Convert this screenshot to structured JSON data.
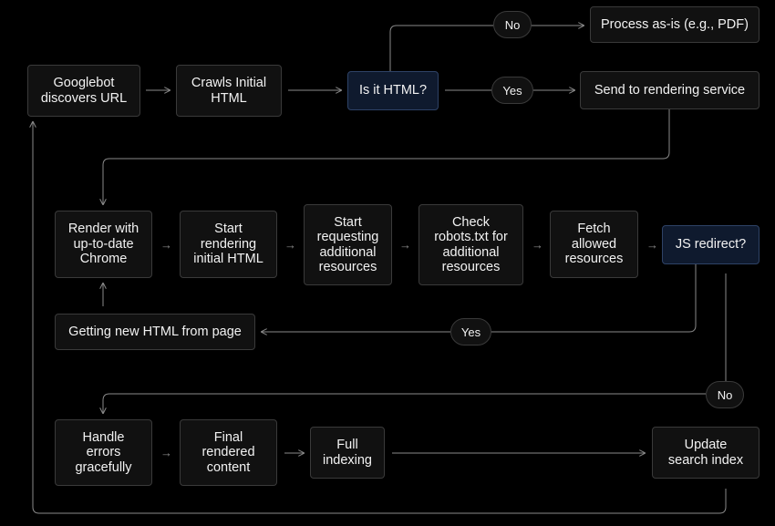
{
  "colors": {
    "background": "#000000",
    "node_fill": "#111111",
    "node_border": "#3a3a3a",
    "decision_fill": "#0f1a2e",
    "decision_border": "#2e4266",
    "line": "#8a8a8a",
    "text": "#f2f2f2"
  },
  "nodes": {
    "discover": "Googlebot\ndiscovers URL",
    "crawl": "Crawls Initial\nHTML",
    "is_html": "Is it HTML?",
    "process_as_is": "Process as-is (e.g., PDF)",
    "send_render": "Send to rendering service",
    "render_chrome": "Render with\nup-to-date\nChrome",
    "start_rendering": "Start\nrendering\ninitial HTML",
    "start_requesting": "Start\nrequesting\nadditional\nresources",
    "check_robots": "Check\nrobots.txt for\nadditional\nresources",
    "fetch_allowed": "Fetch\nallowed\nresources",
    "js_redirect": "JS redirect?",
    "new_html": "Getting new HTML from page",
    "handle_errors": "Handle\nerrors\ngracefully",
    "final_content": "Final\nrendered\ncontent",
    "full_indexing": "Full\nindexing",
    "update_index": "Update\nsearch index"
  },
  "labels": {
    "no_top": "No",
    "yes_top": "Yes",
    "yes_mid": "Yes",
    "no_mid": "No"
  }
}
